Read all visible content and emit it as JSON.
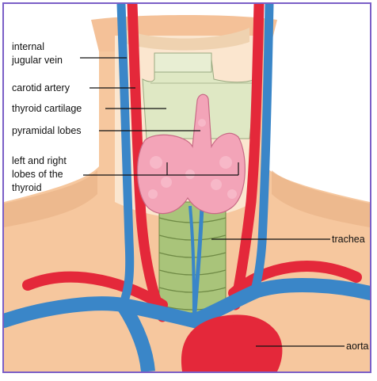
{
  "labels": {
    "internal_jugular_vein_1": "internal",
    "internal_jugular_vein_2": "jugular vein",
    "carotid_artery": "carotid artery",
    "thyroid_cartilage": "thyroid cartilage",
    "pyramidal_lobes": "pyramidal lobes",
    "lobes_1": "left and right",
    "lobes_2": "lobes of the",
    "lobes_3": "thyroid",
    "trachea": "trachea",
    "aorta": "aorta"
  },
  "colors": {
    "border": "#7b5fc7",
    "skin": "#f6c79e",
    "skin_shadow": "#e8a978",
    "neck_inner": "#fbe6cf",
    "artery": "#e4283a",
    "vein": "#3a86c8",
    "cartilage": "#dfe8c4",
    "trachea": "#a9c47a",
    "thyroid": "#f3a4b8"
  }
}
